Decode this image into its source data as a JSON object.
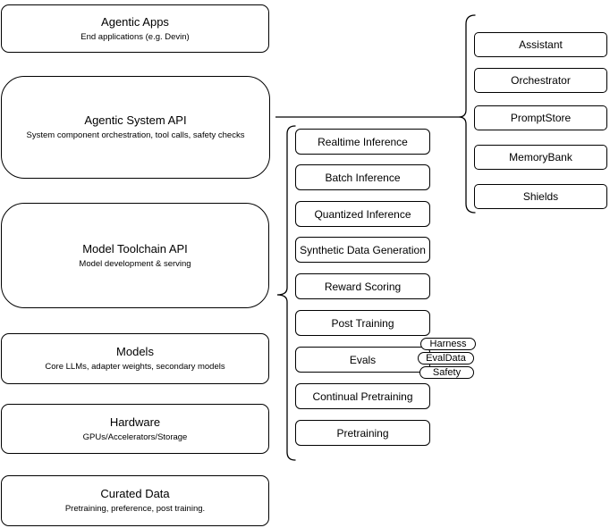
{
  "canvas": {
    "background": "#ffffff",
    "stroke": "#000000",
    "fill": "#ffffff"
  },
  "left_stack": [
    {
      "title": "Agentic Apps",
      "subtitle": "End applications (e.g. Devin)"
    },
    {
      "title": "Agentic System API",
      "subtitle": "System component orchestration, tool calls, safety checks"
    },
    {
      "title": "Model Toolchain API",
      "subtitle": "Model development & serving"
    },
    {
      "title": "Models",
      "subtitle": "Core LLMs, adapter weights, secondary models"
    },
    {
      "title": "Hardware",
      "subtitle": "GPUs/Accelerators/Storage"
    },
    {
      "title": "Curated Data",
      "subtitle": "Pretraining, preference, post training."
    }
  ],
  "toolchain_items": [
    "Realtime Inference",
    "Batch Inference",
    "Quantized Inference",
    "Synthetic Data Generation",
    "Reward Scoring",
    "Post Training",
    "Evals",
    "Continual Pretraining",
    "Pretraining"
  ],
  "eval_tags": [
    "Harness",
    "EvalData",
    "Safety"
  ],
  "agentic_components": [
    "Assistant",
    "Orchestrator",
    "PromptStore",
    "MemoryBank",
    "Shields"
  ]
}
